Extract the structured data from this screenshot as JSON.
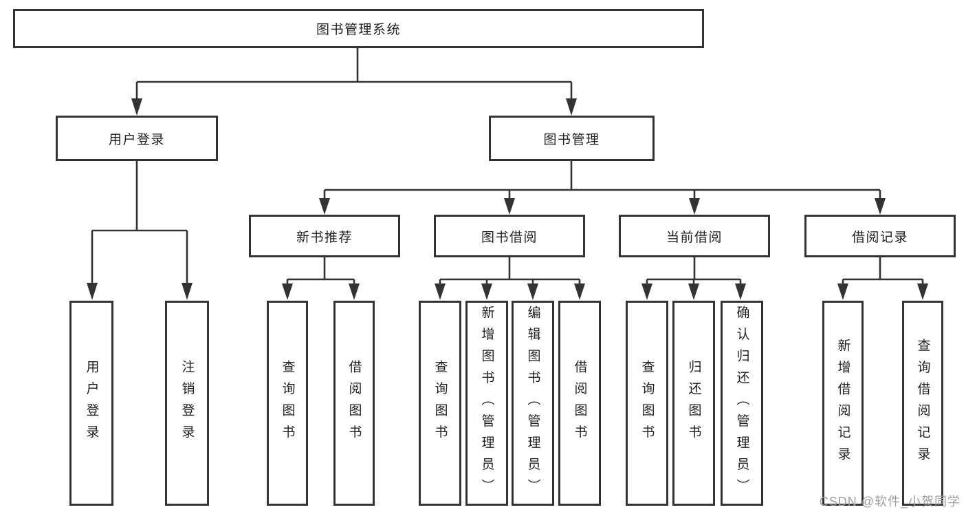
{
  "type": "hierarchy-diagram",
  "watermark": "CSDN @软件_小贺同学",
  "colors": {
    "line": "#333333",
    "box_border": "#333333",
    "box_fill": "#ffffff",
    "text": "#1f1f1f",
    "watermark": "#9e9e9e",
    "background": "#ffffff"
  },
  "tree": {
    "label": "图书管理系统",
    "children": [
      {
        "label": "用户登录",
        "children": [
          {
            "label": "用户登录"
          },
          {
            "label": "注销登录"
          }
        ]
      },
      {
        "label": "图书管理",
        "children": [
          {
            "label": "新书推荐",
            "children": [
              {
                "label": "查询图书"
              },
              {
                "label": "借阅图书"
              }
            ]
          },
          {
            "label": "图书借阅",
            "children": [
              {
                "label": "查询图书"
              },
              {
                "label": "新增图书（管理员）"
              },
              {
                "label": "编辑图书（管理员）"
              },
              {
                "label": "借阅图书"
              }
            ]
          },
          {
            "label": "当前借阅",
            "children": [
              {
                "label": "查询图书"
              },
              {
                "label": "归还图书"
              },
              {
                "label": "确认归还（管理员）"
              }
            ]
          },
          {
            "label": "借阅记录",
            "children": [
              {
                "label": "新增借阅记录"
              },
              {
                "label": "查询借阅记录"
              }
            ]
          }
        ]
      }
    ]
  }
}
